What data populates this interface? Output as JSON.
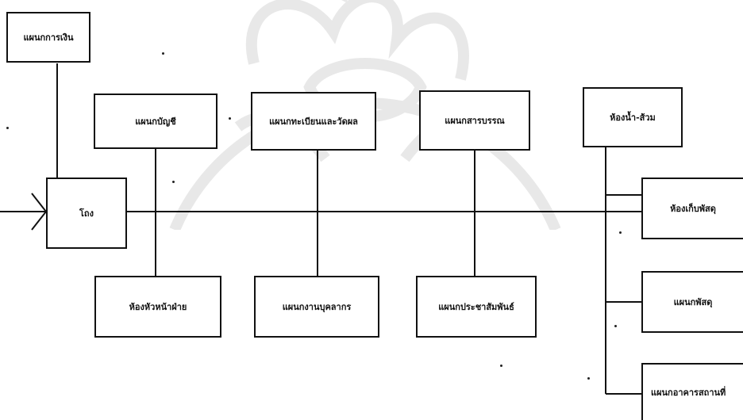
{
  "diagram": {
    "entry_label": "โถง",
    "rooms": [
      {
        "id": "finance",
        "label": "แผนกการเงิน"
      },
      {
        "id": "accounting",
        "label": "แผนกบัญชี"
      },
      {
        "id": "registrar",
        "label": "แผนกทะเบียนและวัดผล"
      },
      {
        "id": "correspondence",
        "label": "แผนกสารบรรณ"
      },
      {
        "id": "restroom",
        "label": "ห้องน้ำ-ส้วม"
      },
      {
        "id": "dept-head",
        "label": "ห้องหัวหน้าฝ่าย"
      },
      {
        "id": "personnel",
        "label": "แผนกงานบุคลากร"
      },
      {
        "id": "pr",
        "label": "แผนกประชาสัมพันธ์"
      },
      {
        "id": "storeroom",
        "label": "ห้องเก็บพัสดุ"
      },
      {
        "id": "supplies",
        "label": "แผนกพัสดุ"
      },
      {
        "id": "buildings",
        "label": "แผนกอาคารสถานที่"
      }
    ]
  }
}
